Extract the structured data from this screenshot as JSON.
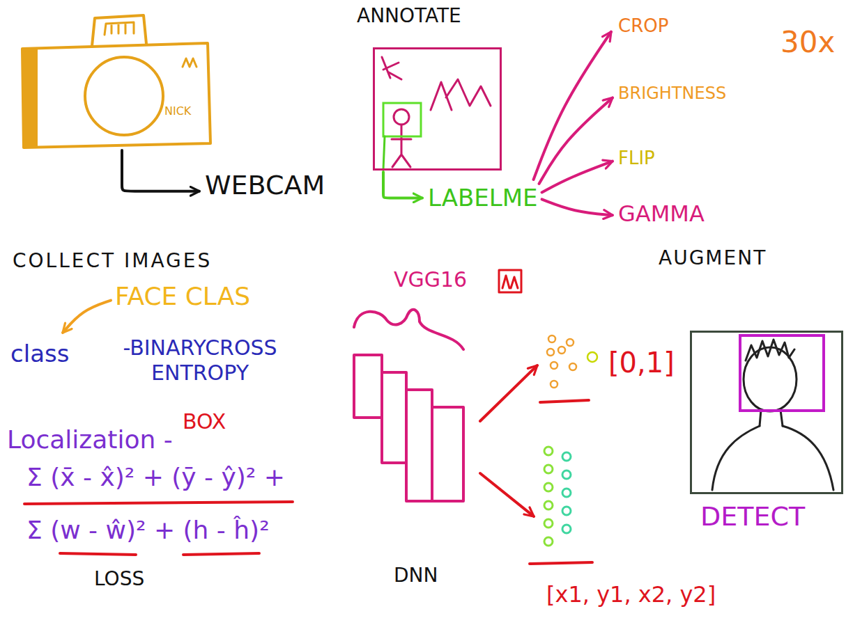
{
  "diagram": {
    "nodes": [
      {
        "text": [
          "NICK"
        ]
      },
      {
        "text": [
          "ANNOTATE"
        ]
      },
      {
        "text": [
          "CROP"
        ]
      },
      {
        "text": [
          "BRIGHTNESS"
        ]
      },
      {
        "text": [
          "FLIP"
        ]
      },
      {
        "text": [
          "WEBCAM"
        ]
      },
      {
        "text": [
          "LABELME"
        ]
      },
      {
        "text": [
          "GAMMA"
        ]
      },
      {
        "text": [
          "FACE CLAS"
        ]
      },
      {
        "text": [
          "class",
          "-BINARYCROSS ENTROPY"
        ]
      },
      {
        "text": [
          "VGG16",
          "DNN"
        ]
      },
      {
        "text": [
          "[0,1]"
        ]
      },
      {
        "text": [
          "DETECT"
        ]
      },
      {
        "text": [
          "[x1, y1, x2, y2]"
        ]
      }
    ],
    "edges": [
      {
        "from": 0,
        "to": 5,
        "arrow": "to"
      },
      {
        "from": 1,
        "to": 6,
        "arrow": "to"
      },
      {
        "from": 6,
        "to": 2,
        "arrow": "to"
      },
      {
        "from": 6,
        "to": 3,
        "arrow": "to"
      },
      {
        "from": 6,
        "to": 4,
        "arrow": "to"
      },
      {
        "from": 6,
        "to": 7,
        "arrow": "to"
      },
      {
        "from": 8,
        "to": 9,
        "arrow": "to"
      },
      {
        "from": 10,
        "to": 11,
        "arrow": "to"
      },
      {
        "from": 10,
        "to": 13,
        "arrow": "to"
      }
    ],
    "labels": [
      "30x",
      "COLLECT IMAGES",
      "AUGMENT",
      "Localization -",
      "BOX",
      "Σ (x̄ - x̂)² + (ȳ - ŷ)² +",
      "Σ (w - ŵ)² + (h - ĥ)²",
      "LOSS"
    ]
  }
}
